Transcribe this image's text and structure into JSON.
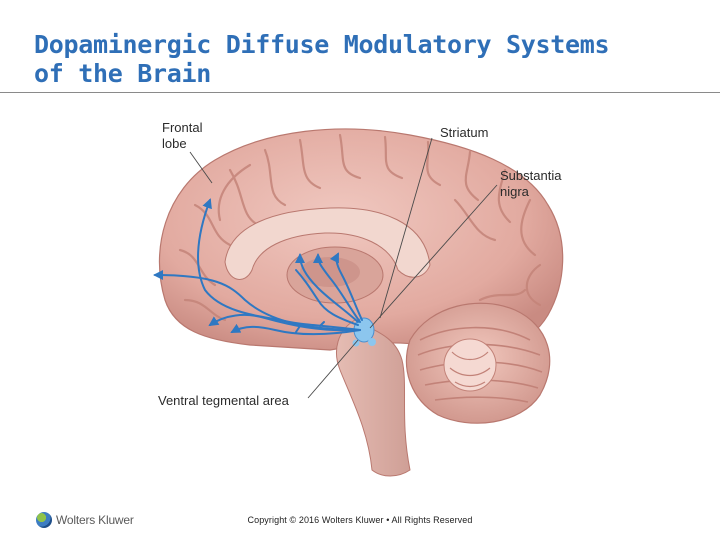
{
  "slide": {
    "title_line1": "Dopaminergic Diffuse Modulatory Systems",
    "title_line2": "of the Brain"
  },
  "labels": {
    "frontal_lobe_line1": "Frontal",
    "frontal_lobe_line2": "lobe",
    "striatum": "Striatum",
    "substantia_nigra_line1": "Substantia",
    "substantia_nigra_line2": "nigra",
    "ventral_tegmental_area": "Ventral tegmental area"
  },
  "colors": {
    "title": "#2f6fb7",
    "brain_cortex": "#e8b5ad",
    "pathway": "#2f78c2",
    "nucleus": "#8cc6ee"
  },
  "footer": {
    "brand": "Wolters Kluwer",
    "copyright": "Copyright © 2016 Wolters Kluwer • All Rights Reserved"
  }
}
